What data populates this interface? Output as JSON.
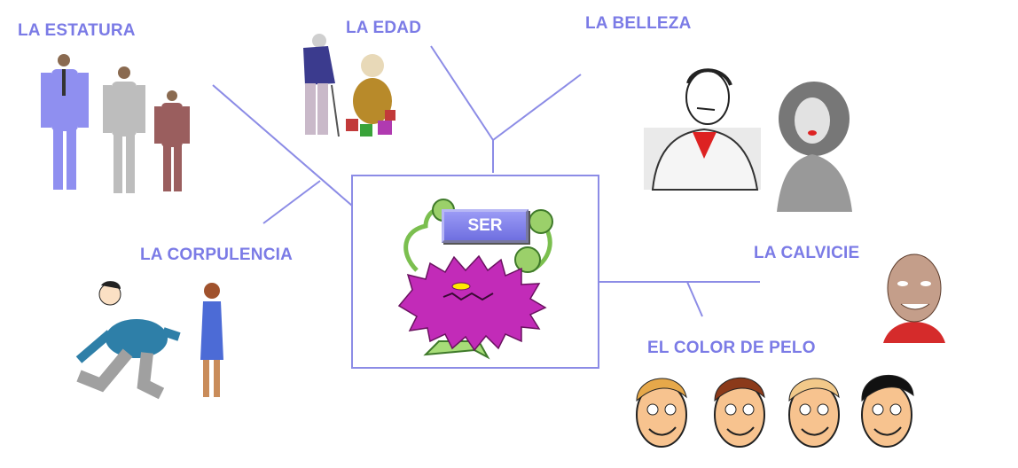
{
  "center": {
    "button_label": "SER"
  },
  "labels": {
    "estatura": "LA ESTATURA",
    "edad": "LA EDAD",
    "belleza": "LA BELLEZA",
    "corpulencia": "LA CORPULENCIA",
    "calvicie": "LA CALVICIE",
    "color_pelo": "EL COLOR DE PELO"
  },
  "colors": {
    "accent": "#7b7be6",
    "line": "#8c8ce6"
  },
  "icons": [
    "men-standing-clipart",
    "elderly-people-clipart",
    "man-and-woman-clipart",
    "walking-couple-clipart",
    "bald-man-clipart",
    "hair-color-faces-clipart",
    "monster-clipart"
  ]
}
